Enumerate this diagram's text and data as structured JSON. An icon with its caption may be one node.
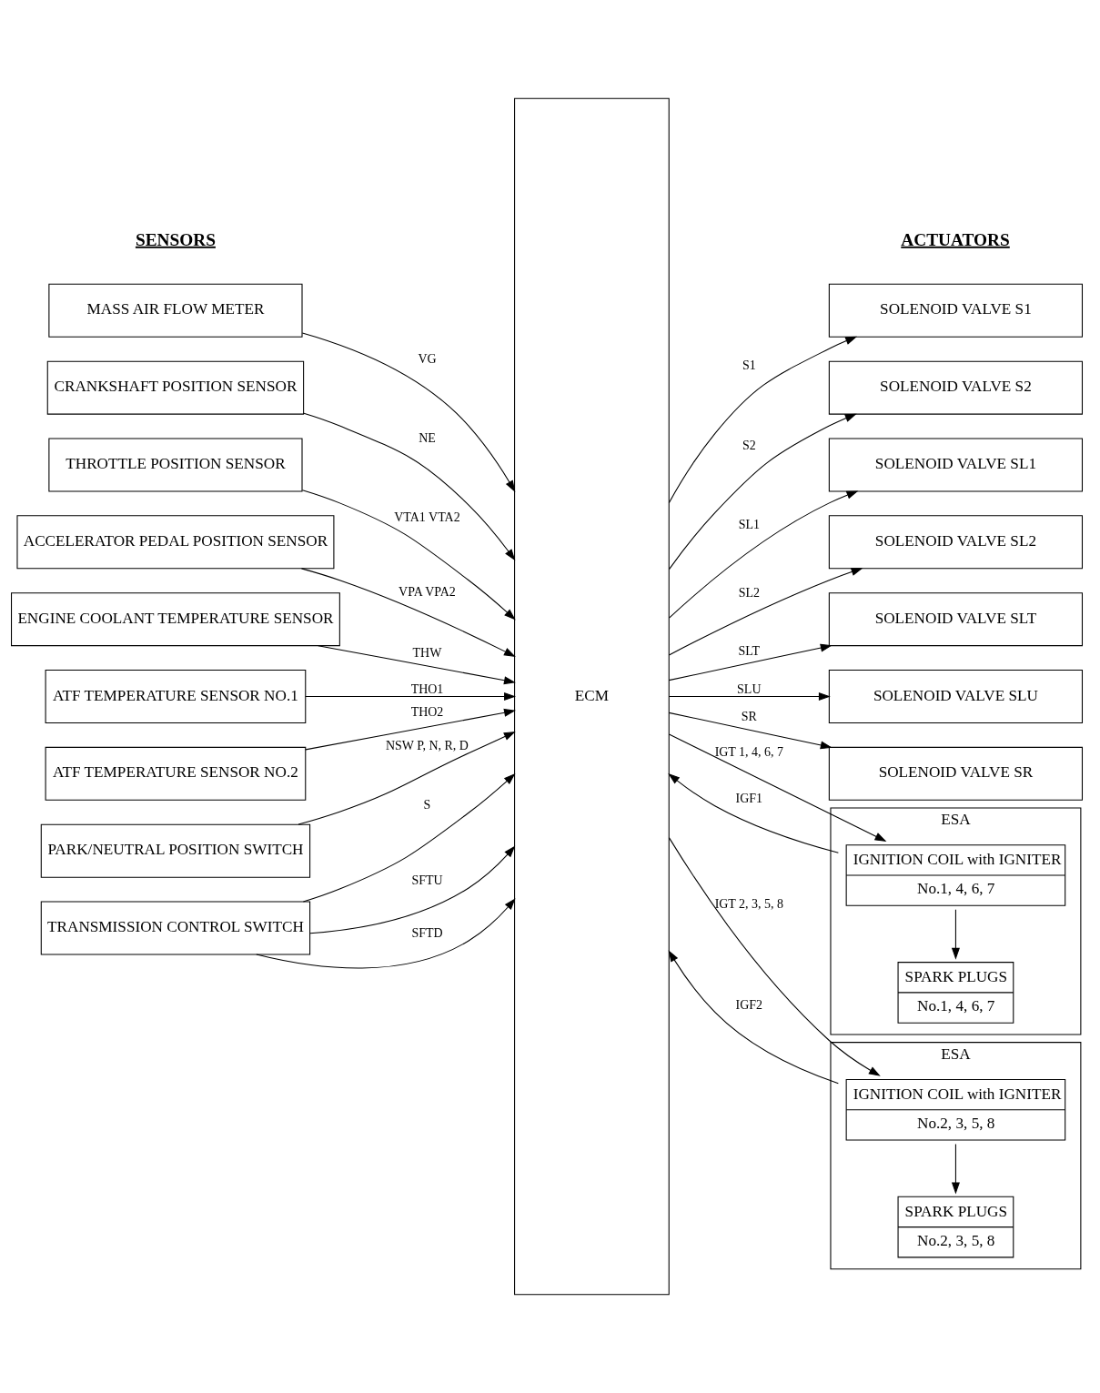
{
  "diagram": {
    "nodes": [
      {
        "text": [
          "ECM"
        ]
      },
      {
        "text": [
          "MASS AIR FLOW METER"
        ]
      },
      {
        "text": [
          "CRANKSHAFT POSITION SENSOR"
        ]
      },
      {
        "text": [
          "THROTTLE POSITION SENSOR"
        ]
      },
      {
        "text": [
          "ACCELERATOR PEDAL POSITION SENSOR"
        ]
      },
      {
        "text": [
          "ENGINE COOLANT TEMPERATURE SENSOR"
        ]
      },
      {
        "text": [
          "ATF TEMPERATURE SENSOR NO.1"
        ]
      },
      {
        "text": [
          "ATF TEMPERATURE SENSOR NO.2"
        ]
      },
      {
        "text": [
          "PARK/NEUTRAL POSITION SWITCH"
        ]
      },
      {
        "text": [
          "TRANSMISSION CONTROL SWITCH"
        ]
      },
      {
        "text": [
          "SOLENOID VALVE S1"
        ]
      },
      {
        "text": [
          "SOLENOID VALVE S2"
        ]
      },
      {
        "text": [
          "SOLENOID VALVE SL1"
        ]
      },
      {
        "text": [
          "SOLENOID VALVE SL2"
        ]
      },
      {
        "text": [
          "SOLENOID VALVE SLT"
        ]
      },
      {
        "text": [
          "SOLENOID VALVE SLU"
        ]
      },
      {
        "text": [
          "SOLENOID VALVE SR"
        ]
      },
      {
        "text": [
          "ESA"
        ]
      },
      {
        "text": [
          "IGNITION COIL with IGNITER",
          "No.1, 4, 6, 7"
        ],
        "in": 17
      },
      {
        "text": [
          "SPARK PLUGS",
          "No.1, 4, 6, 7"
        ],
        "in": 17
      },
      {
        "text": [
          "ESA"
        ]
      },
      {
        "text": [
          "IGNITION COIL with IGNITER",
          "No.2, 3, 5, 8"
        ],
        "in": 20
      },
      {
        "text": [
          "SPARK PLUGS",
          "No.2, 3, 5, 8"
        ],
        "in": 20
      }
    ],
    "edges": [
      {
        "from": 1,
        "to": 0,
        "arrow": "to",
        "label": "VG"
      },
      {
        "from": 2,
        "to": 0,
        "arrow": "to",
        "label": "NE"
      },
      {
        "from": 3,
        "to": 0,
        "arrow": "to",
        "label": "VTA1 VTA2"
      },
      {
        "from": 4,
        "to": 0,
        "arrow": "to",
        "label": "VPA VPA2"
      },
      {
        "from": 5,
        "to": 0,
        "arrow": "to",
        "label": "THW"
      },
      {
        "from": 6,
        "to": 0,
        "arrow": "to",
        "label": "THO1"
      },
      {
        "from": 7,
        "to": 0,
        "arrow": "to",
        "label": "THO2"
      },
      {
        "from": 8,
        "to": 0,
        "arrow": "to",
        "label": "NSW P, N, R, D"
      },
      {
        "from": 9,
        "to": 0,
        "arrow": "to",
        "label": "S"
      },
      {
        "from": 9,
        "to": 0,
        "arrow": "to",
        "label": "SFTU"
      },
      {
        "from": 9,
        "to": 0,
        "arrow": "to",
        "label": "SFTD"
      },
      {
        "from": 0,
        "to": 10,
        "arrow": "to",
        "label": "S1"
      },
      {
        "from": 0,
        "to": 11,
        "arrow": "to",
        "label": "S2"
      },
      {
        "from": 0,
        "to": 12,
        "arrow": "to",
        "label": "SL1"
      },
      {
        "from": 0,
        "to": 13,
        "arrow": "to",
        "label": "SL2"
      },
      {
        "from": 0,
        "to": 14,
        "arrow": "to",
        "label": "SLT"
      },
      {
        "from": 0,
        "to": 15,
        "arrow": "to",
        "label": "SLU"
      },
      {
        "from": 0,
        "to": 16,
        "arrow": "to",
        "label": "SR"
      },
      {
        "from": 0,
        "to": 18,
        "arrow": "to",
        "label": "IGT 1, 4, 6, 7"
      },
      {
        "from": 18,
        "to": 0,
        "arrow": "to",
        "label": "IGF1"
      },
      {
        "from": 18,
        "to": 19,
        "arrow": "to"
      },
      {
        "from": 0,
        "to": 21,
        "arrow": "to",
        "label": "IGT 2, 3, 5, 8"
      },
      {
        "from": 21,
        "to": 0,
        "arrow": "to",
        "label": "IGF2"
      },
      {
        "from": 21,
        "to": 22,
        "arrow": "to"
      }
    ],
    "labels": [
      "SENSORS",
      "ACTUATORS"
    ]
  }
}
